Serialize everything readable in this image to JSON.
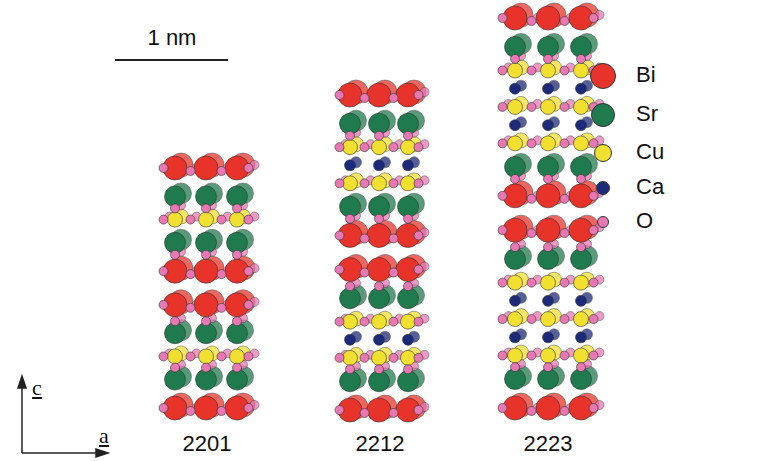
{
  "diagram": {
    "labels": [
      "1 nm",
      "c",
      "a",
      "2201",
      "2212",
      "2223"
    ],
    "legend": [
      {
        "text": "Bi",
        "color": "#e8332a"
      },
      {
        "text": "Sr",
        "color": "#1f7a4d"
      },
      {
        "text": "Cu",
        "color": "#f2e030"
      },
      {
        "text": "Ca",
        "color": "#1c2a7a"
      },
      {
        "text": "O",
        "color": "#e878b4"
      }
    ]
  }
}
